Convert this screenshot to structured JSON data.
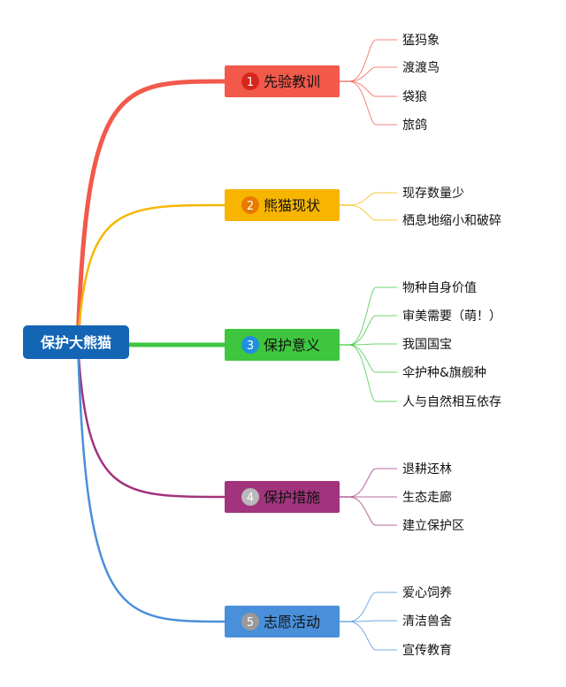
{
  "central": {
    "label": "保护大熊猫",
    "color": "#1565b5"
  },
  "branches": [
    {
      "number": "1",
      "label": "先验教训",
      "color": "#f2594b",
      "badge_color": "#d7261b",
      "leaves": [
        "猛犸象",
        "渡渡鸟",
        "袋狼",
        "旅鸽"
      ]
    },
    {
      "number": "2",
      "label": "熊猫现状",
      "color": "#f7b500",
      "badge_color": "#e97a00",
      "leaves": [
        "现存数量少",
        "栖息地缩小和破碎"
      ]
    },
    {
      "number": "3",
      "label": "保护意义",
      "color": "#3ec63e",
      "badge_color": "#1f8fe0",
      "leaves": [
        "物种自身价值",
        "审美需要（萌！）",
        "我国国宝",
        "伞护种&旗舰种",
        "人与自然相互依存"
      ]
    },
    {
      "number": "4",
      "label": "保护措施",
      "color": "#a2347e",
      "badge_color": "#b9b9b9",
      "leaves": [
        "退耕还林",
        "生态走廊",
        "建立保护区"
      ]
    },
    {
      "number": "5",
      "label": "志愿活动",
      "color": "#4a8fd9",
      "badge_color": "#9a9a9a",
      "leaves": [
        "爱心饲养",
        "清洁兽舍",
        "宣传教育"
      ]
    }
  ]
}
